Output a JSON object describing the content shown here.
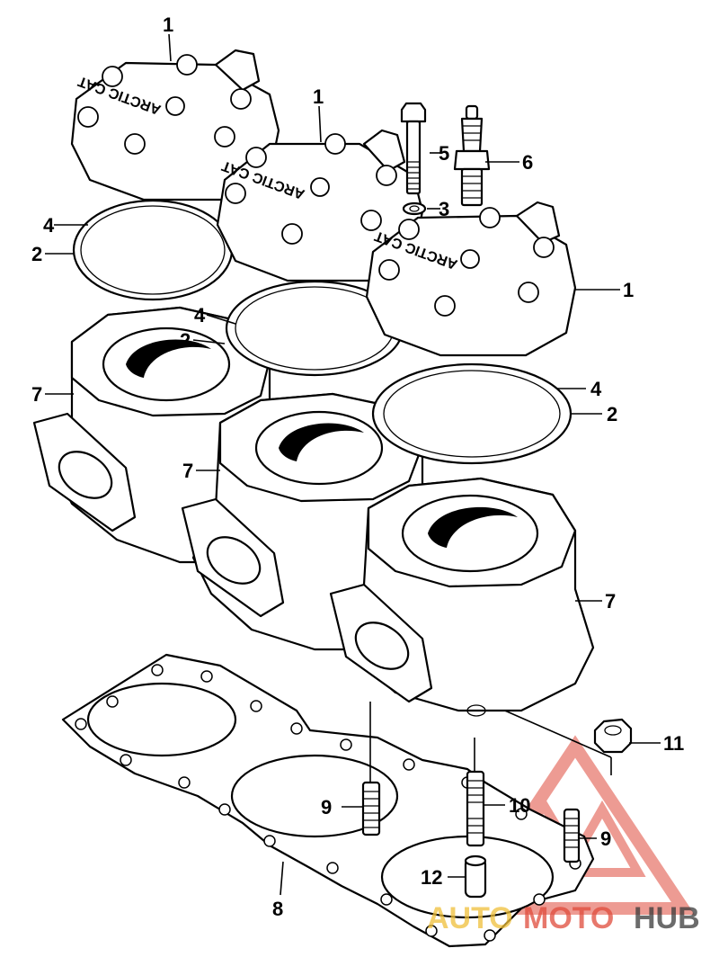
{
  "callouts": {
    "head_1a": "1",
    "head_1b": "1",
    "head_1c": "1",
    "gasket_2a": "2",
    "gasket_2b": "2",
    "gasket_2c": "2",
    "washer_3": "3",
    "oring_4a": "4",
    "oring_4b": "4",
    "oring_4c": "4",
    "bolt_5": "5",
    "spark_plug_6": "6",
    "cylinder_7a": "7",
    "cylinder_7b": "7",
    "cylinder_7c": "7",
    "base_gasket_8": "8",
    "stud_9a": "9",
    "stud_9b": "9",
    "stud_10": "10",
    "nut_11": "11",
    "dowel_12": "12"
  },
  "head_casting_text": "ARCTIC CAT",
  "watermark": {
    "part1": "AUTO",
    "part2": "MOTO",
    "part3": "HUB",
    "colors": {
      "auto": "#f0c03a",
      "moto": "#e04b3b",
      "hub": "#3a3a3a",
      "triangle": "#e04b3b"
    }
  }
}
